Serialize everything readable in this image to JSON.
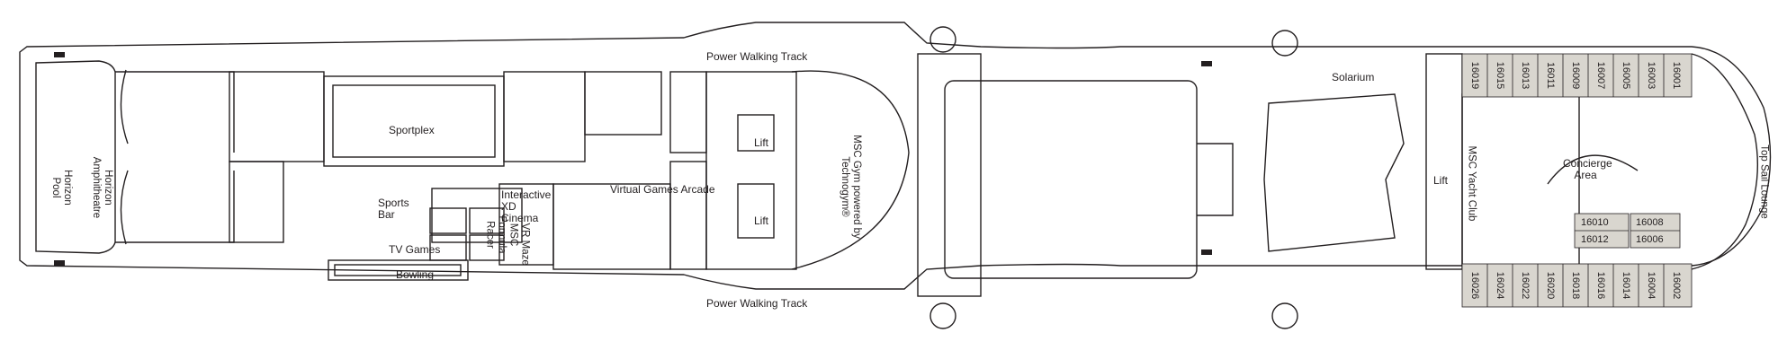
{
  "labels": {
    "power_walking_top": "Power Walking Track",
    "power_walking_bottom": "Power Walking Track",
    "sportplex": "Sportplex",
    "horizon_pool": "Horizon Pool",
    "horizon_amphitheatre": "Horizon Amphitheatre",
    "sports_bar": "Sports Bar",
    "tv_games": "TV Games",
    "bowling": "Bowling",
    "formula_racer": "MSC Formula Racer",
    "xd_cinema": "Interactive XD Cinema",
    "vr_maze": "VR Maze",
    "virtual_games": "Virtual Games Arcade",
    "lift_1": "Lift",
    "lift_2": "Lift",
    "lift_3": "Lift",
    "gym": "MSC Gym powered by Technogym®",
    "solarium": "Solarium",
    "yacht_club": "MSC Yacht Club",
    "concierge": "Concierge Area",
    "top_sail": "Top Sail Lounge"
  },
  "cabins_top": [
    "16019",
    "16015",
    "16013",
    "16011",
    "16009",
    "16007",
    "16005",
    "16003",
    "16001"
  ],
  "cabins_bottom": [
    "16026",
    "16024",
    "16022",
    "16020",
    "16018",
    "16016",
    "16014",
    "16004",
    "16002"
  ],
  "cabins_middle_left": [
    "16010",
    "16012"
  ],
  "cabins_middle_right": [
    "16008",
    "16006"
  ],
  "colors": {
    "line": "#231f20",
    "cabin_fill": "#d9d6cf",
    "background": "#ffffff"
  }
}
